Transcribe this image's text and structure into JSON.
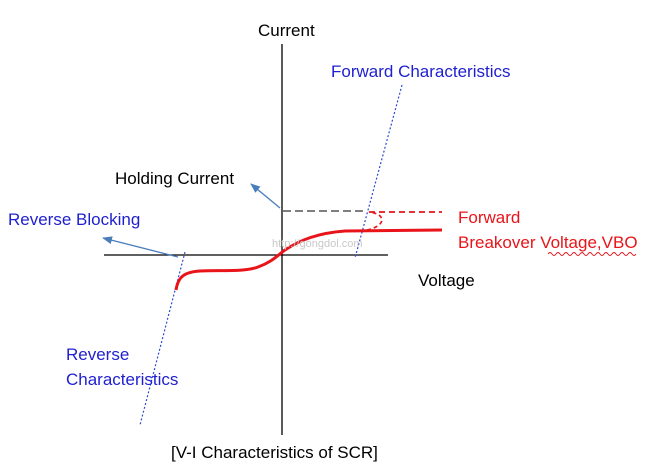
{
  "axes": {
    "y_label": "Current",
    "x_label": "Voltage"
  },
  "labels": {
    "forward_characteristics": "Forward Characteristics",
    "holding_current": "Holding Current",
    "reverse_blocking": "Reverse Blocking",
    "forward_breakover_line1": "Forward",
    "forward_breakover_line2": "Breakover Voltage,VBO",
    "reverse_characteristics_line1": "Reverse",
    "reverse_characteristics_line2": "Characteristics",
    "caption": "[V-I Characteristics of SCR]",
    "watermark": "http://gongdol.com"
  },
  "colors": {
    "axis": "#000000",
    "curve": "#e8141a",
    "annotation_blue": "#1f1fcf",
    "arrow": "#4a7ebb",
    "holding_dash": "#7f7f7f"
  }
}
